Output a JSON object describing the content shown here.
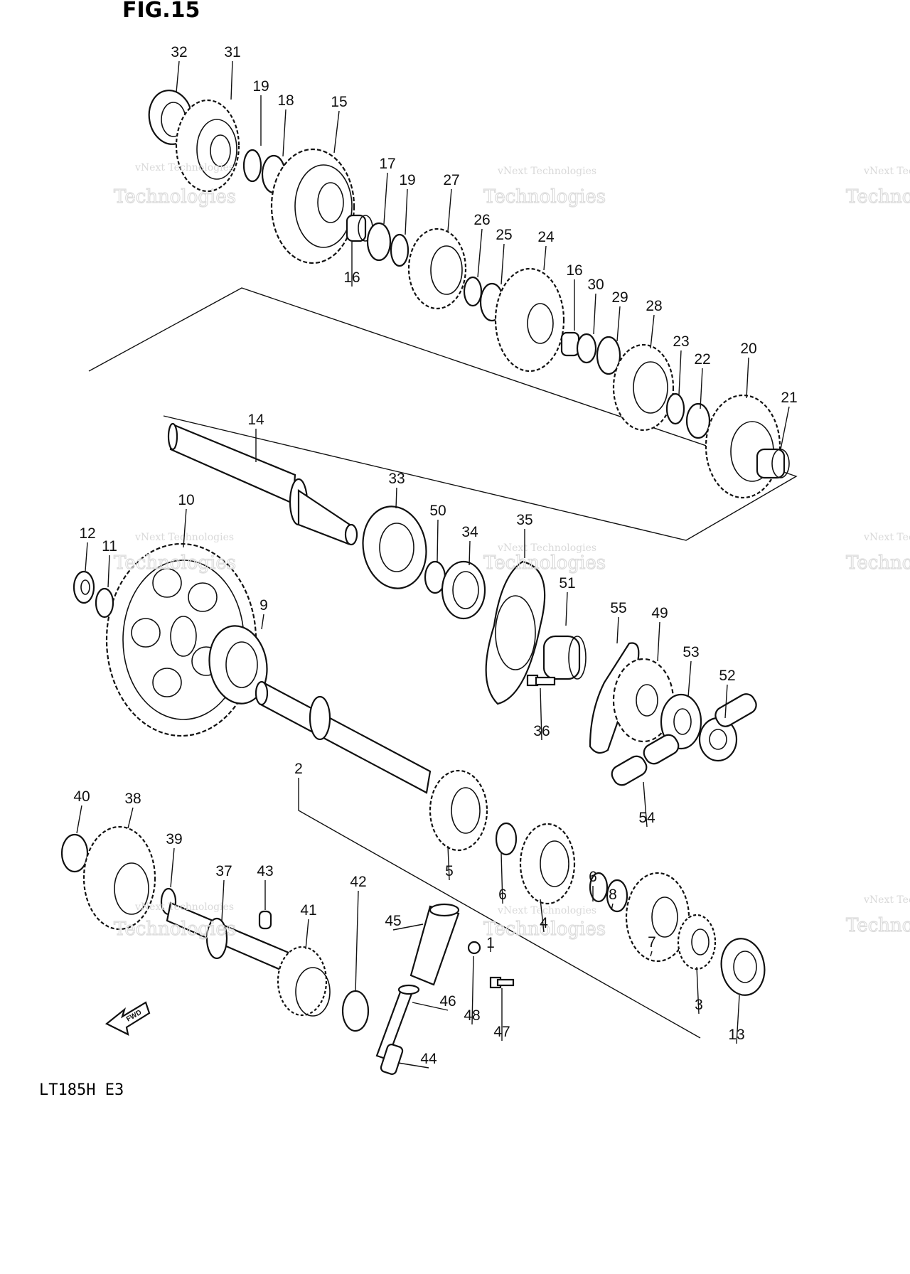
{
  "figure": {
    "title": "FIG.15",
    "model": "LT185H E3",
    "direction_label": "FWD"
  },
  "watermark": {
    "line1": "vNext Technologies",
    "line2": "Technologies",
    "line3": "vNext"
  },
  "parts": [
    {
      "num": "32"
    },
    {
      "num": "31"
    },
    {
      "num": "19"
    },
    {
      "num": "18"
    },
    {
      "num": "15"
    },
    {
      "num": "17"
    },
    {
      "num": "19"
    },
    {
      "num": "27"
    },
    {
      "num": "16"
    },
    {
      "num": "26"
    },
    {
      "num": "25"
    },
    {
      "num": "24"
    },
    {
      "num": "16"
    },
    {
      "num": "30"
    },
    {
      "num": "29"
    },
    {
      "num": "28"
    },
    {
      "num": "23"
    },
    {
      "num": "22"
    },
    {
      "num": "20"
    },
    {
      "num": "21"
    },
    {
      "num": "14"
    },
    {
      "num": "33"
    },
    {
      "num": "50"
    },
    {
      "num": "34"
    },
    {
      "num": "35"
    },
    {
      "num": "51"
    },
    {
      "num": "10"
    },
    {
      "num": "12"
    },
    {
      "num": "11"
    },
    {
      "num": "9"
    },
    {
      "num": "55"
    },
    {
      "num": "49"
    },
    {
      "num": "53"
    },
    {
      "num": "52"
    },
    {
      "num": "36"
    },
    {
      "num": "2"
    },
    {
      "num": "54"
    },
    {
      "num": "40"
    },
    {
      "num": "38"
    },
    {
      "num": "39"
    },
    {
      "num": "37"
    },
    {
      "num": "43"
    },
    {
      "num": "5"
    },
    {
      "num": "6"
    },
    {
      "num": "4"
    },
    {
      "num": "6"
    },
    {
      "num": "8"
    },
    {
      "num": "7"
    },
    {
      "num": "3"
    },
    {
      "num": "13"
    },
    {
      "num": "41"
    },
    {
      "num": "42"
    },
    {
      "num": "45"
    },
    {
      "num": "1"
    },
    {
      "num": "48"
    },
    {
      "num": "46"
    },
    {
      "num": "47"
    },
    {
      "num": "44"
    }
  ]
}
